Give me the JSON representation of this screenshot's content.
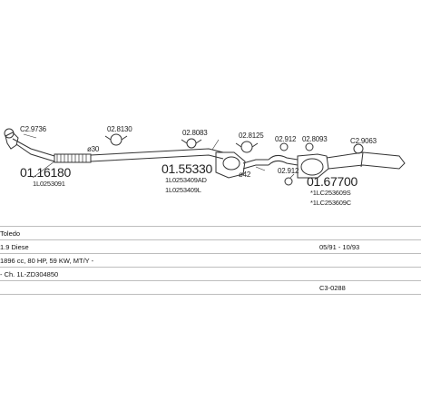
{
  "diagram": {
    "labels": {
      "clamp_left": "C2.9736",
      "num_left": "01.16180",
      "part_left": "1L0253091",
      "dia_left": "ø30",
      "clamp_2": "02.8130",
      "clamp_3": "02.8083",
      "num_mid": "01.55330",
      "part_mid1": "1L0253409AD",
      "part_mid2": "1L0253409L",
      "dia_mid": "ø42",
      "clamp_4": "02.8125",
      "clamp_5": "02.912",
      "clamp_6": "02.8093",
      "clamp_7": "02.912",
      "clamp_8": "C2.9063",
      "num_right": "01.67700",
      "part_right1": "*1LC253609S",
      "part_right2": "*1LC253609C"
    }
  },
  "info": {
    "model": "Toledo",
    "engine": "1.9 Diese",
    "date_range": "05/91 - 10/93",
    "spec": "1896 cc, 80 HP, 59 KW, MT/Y -",
    "chassis": "- Ch. 1L-ZD304850",
    "ref_code": "C3-0288"
  }
}
